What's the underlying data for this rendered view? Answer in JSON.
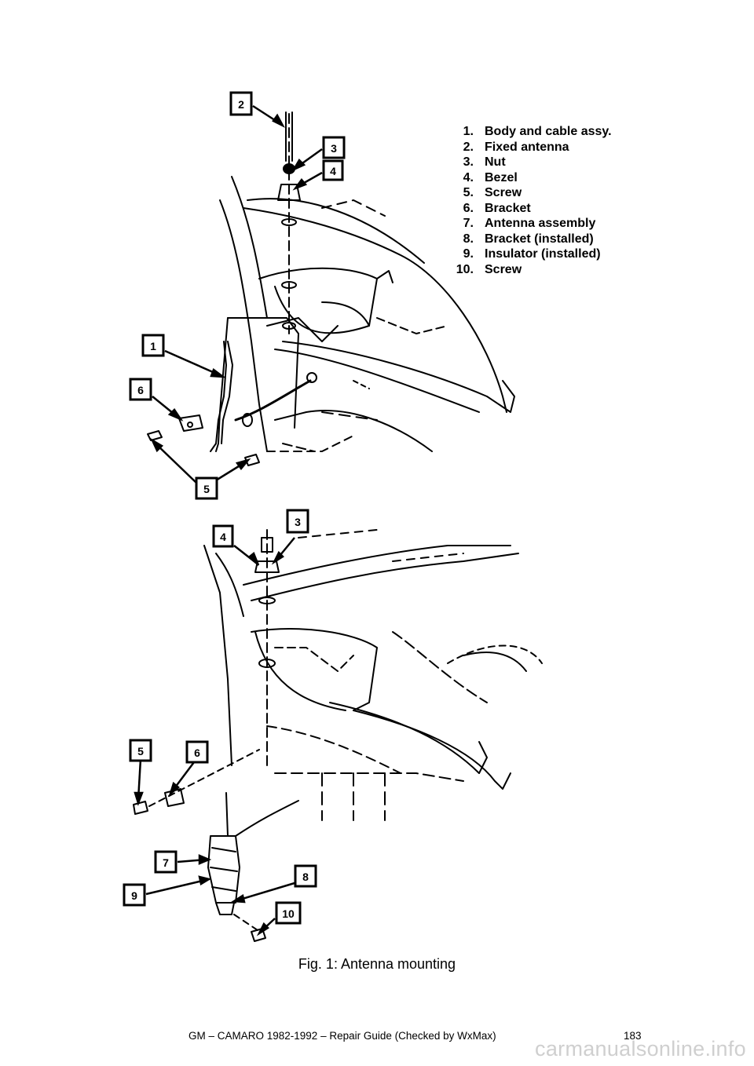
{
  "figure": {
    "legend": [
      {
        "num": "1.",
        "label": "Body and cable assy."
      },
      {
        "num": "2.",
        "label": "Fixed antenna"
      },
      {
        "num": "3.",
        "label": "Nut"
      },
      {
        "num": "4.",
        "label": "Bezel"
      },
      {
        "num": "5.",
        "label": "Screw"
      },
      {
        "num": "6.",
        "label": "Bracket"
      },
      {
        "num": "7.",
        "label": "Antenna assembly"
      },
      {
        "num": "8.",
        "label": "Bracket (installed)"
      },
      {
        "num": "9.",
        "label": "Insulator (installed)"
      },
      {
        "num": "10.",
        "label": "Screw"
      }
    ],
    "callouts_top": [
      "2",
      "3",
      "4",
      "1",
      "6",
      "5"
    ],
    "callouts_bottom": [
      "3",
      "4",
      "5",
      "6",
      "7",
      "8",
      "9",
      "10"
    ],
    "caption": "Fig. 1: Antenna mounting"
  },
  "footer": {
    "text": "GM – CAMARO 1982-1992 – Repair Guide (Checked by WxMax)",
    "page_number": "183"
  },
  "watermark": "carmanualsonline.info"
}
